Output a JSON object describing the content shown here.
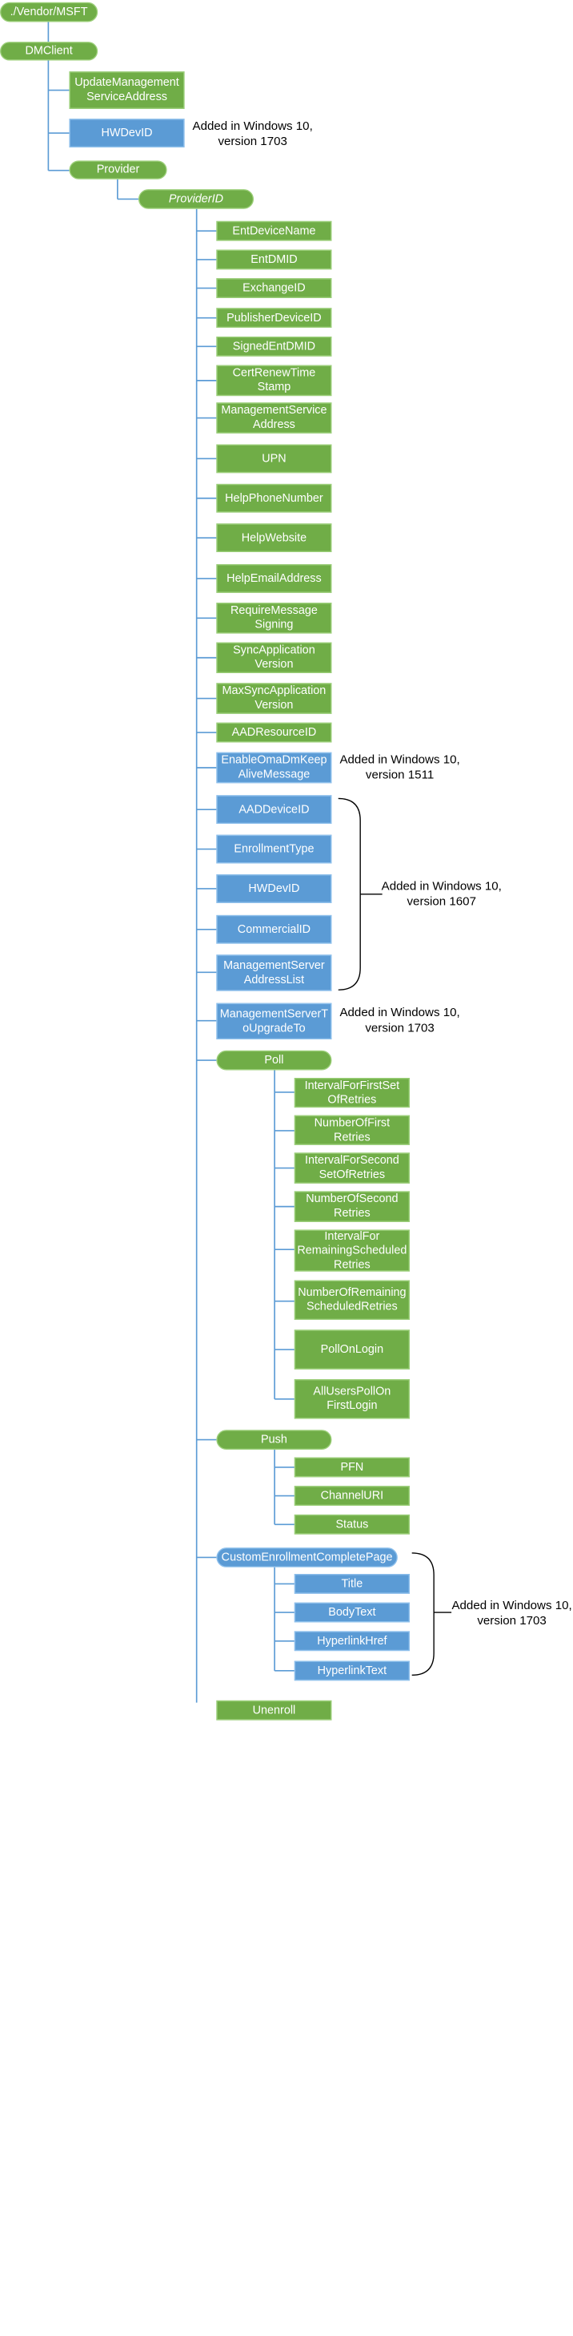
{
  "colors": {
    "green": "#70ad47",
    "blue": "#5b9bd5",
    "connector": "#5b9bd5"
  },
  "root": "./Vendor/MSFT",
  "dmclient": "DMClient",
  "update_management": "UpdateManagement\nServiceAddress",
  "hwdevid_top": "HWDevID",
  "provider": "Provider",
  "provider_id": "ProviderID",
  "provider_items": {
    "ent_device_name": "EntDeviceName",
    "ent_dmid": "EntDMID",
    "exchange_id": "ExchangeID",
    "publisher_device_id": "PublisherDeviceID",
    "signed_ent_dmid": "SignedEntDMID",
    "cert_renew_time_stamp": "CertRenewTime\nStamp",
    "management_service_address": "ManagementService\nAddress",
    "upn": "UPN",
    "help_phone_number": "HelpPhoneNumber",
    "help_website": "HelpWebsite",
    "help_email_address": "HelpEmailAddress",
    "require_message_signing": "RequireMessage\nSigning",
    "sync_application_version": "SyncApplication\nVersion",
    "max_sync_application_version": "MaxSyncApplication\nVersion",
    "aad_resource_id": "AADResourceID",
    "enable_omadm_keep_alive": "EnableOmaDmKeep\nAliveMessage",
    "aad_device_id": "AADDeviceID",
    "enrollment_type": "EnrollmentType",
    "hwdevid": "HWDevID",
    "commercial_id": "CommercialID",
    "management_server_address_list": "ManagementServer\nAddressList",
    "management_server_to_upgrade_to": "ManagementServerT\noUpgradeTo"
  },
  "poll": {
    "label": "Poll",
    "items": {
      "interval_first": "IntervalForFirstSet\nOfRetries",
      "number_first": "NumberOfFirst\nRetries",
      "interval_second": "IntervalForSecond\nSetOfRetries",
      "number_second": "NumberOfSecond\nRetries",
      "interval_remaining": "IntervalFor\nRemainingScheduled\nRetries",
      "number_remaining": "NumberOfRemaining\nScheduledRetries",
      "poll_on_login": "PollOnLogin",
      "all_users_poll": "AllUsersPollOn\nFirstLogin"
    }
  },
  "push": {
    "label": "Push",
    "items": {
      "pfn": "PFN",
      "channel_uri": "ChannelURI",
      "status": "Status"
    }
  },
  "custom_enrollment": {
    "label": "CustomEnrollmentCompletePage",
    "items": {
      "title": "Title",
      "body_text": "BodyText",
      "hyperlink_href": "HyperlinkHref",
      "hyperlink_text": "HyperlinkText"
    }
  },
  "unenroll": "Unenroll",
  "notes": {
    "hwdevid_top": "Added in Windows 10,\nversion 1703",
    "keep_alive": "Added in Windows 10,\nversion 1511",
    "group_1607": "Added in Windows 10,\nversion 1607",
    "upgrade_to": "Added in Windows 10,\nversion 1703",
    "custom_enrollment": "Added in Windows 10,\nversion 1703"
  }
}
